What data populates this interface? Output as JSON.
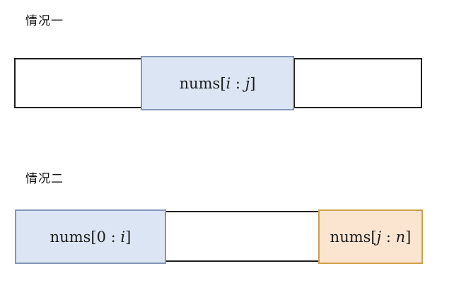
{
  "colors": {
    "background": "#ffffff",
    "label_color": "#111111",
    "box_border": "#1f1f1f",
    "blue_fill": "#dbe5f3",
    "blue_border": "#8496b8",
    "orange_fill": "#fbe5d0",
    "orange_border": "#cfa14a"
  },
  "case1": {
    "label": "情况一",
    "segment_label": {
      "name": "nums",
      "open": "[",
      "a": "i",
      "colon": " : ",
      "b": "j",
      "close": "]"
    }
  },
  "case2": {
    "label": "情况二",
    "left_segment_label": {
      "name": "nums",
      "open": "[",
      "a": "0",
      "colon": " : ",
      "b": "i",
      "close": "]"
    },
    "right_segment_label": {
      "name": "nums",
      "open": "[",
      "a": "j",
      "colon": " : ",
      "b": "n",
      "close": "]"
    }
  }
}
